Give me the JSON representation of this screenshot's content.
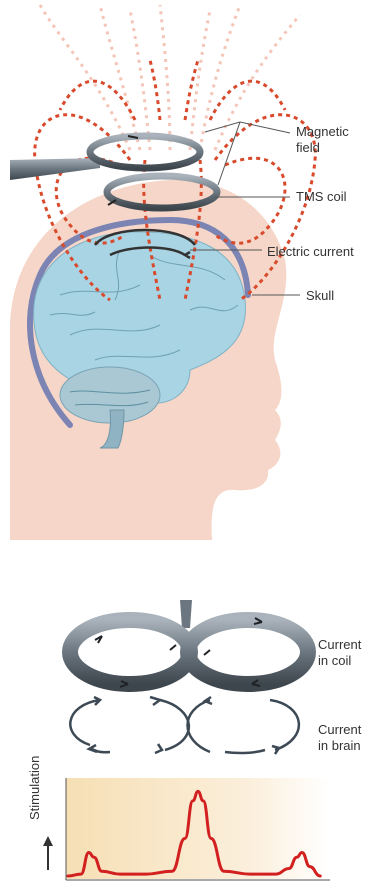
{
  "labels": {
    "magnetic_field_line1": "Magnetic",
    "magnetic_field_line2": "field",
    "tms_coil": "TMS coil",
    "electric_current": "Electric current",
    "skull": "Skull",
    "current_in_coil_line1": "Current",
    "current_in_coil_line2": "in coil",
    "current_in_brain_line1": "Current",
    "current_in_brain_line2": "in brain",
    "stimulation_axis": "Stimulation"
  },
  "colors": {
    "skin": "#f5d6c8",
    "brain": "#a9d4e3",
    "skull": "#7b84b3",
    "field_lines": "#d9492b",
    "coil": "#6b7680",
    "curve": "#d21f1f"
  },
  "chart_data": {
    "type": "line",
    "ylabel": "Stimulation",
    "x": [
      0,
      0.05,
      0.08,
      0.1,
      0.13,
      0.2,
      0.3,
      0.4,
      0.45,
      0.48,
      0.5,
      0.52,
      0.55,
      0.6,
      0.7,
      0.8,
      0.85,
      0.88,
      0.9,
      0.93,
      0.97
    ],
    "y": [
      0,
      0.02,
      0.25,
      0.2,
      0.05,
      0.02,
      0.02,
      0.05,
      0.4,
      0.8,
      0.9,
      0.8,
      0.4,
      0.05,
      0.02,
      0.02,
      0.08,
      0.2,
      0.25,
      0.1,
      0
    ]
  }
}
